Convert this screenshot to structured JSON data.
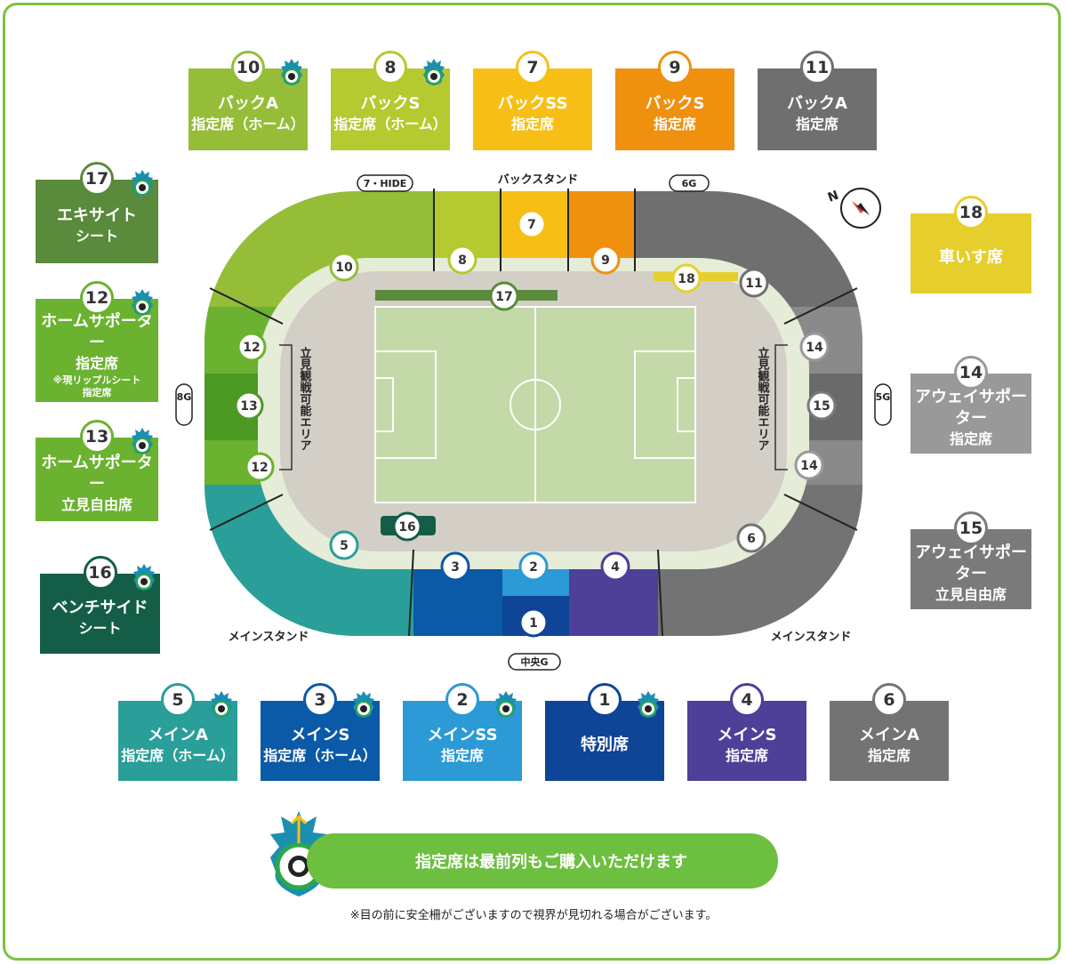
{
  "colors": {
    "border": "#7cc242",
    "s1": "#0e4596",
    "s2": "#2b9ad6",
    "s3": "#0b5aa7",
    "s4": "#4e3f99",
    "s5": "#2a9e98",
    "s6": "#737373",
    "s7": "#f7bf16",
    "s8": "#b5c930",
    "s9": "#f0900f",
    "s10": "#95bd38",
    "s11": "#6f6f6f",
    "s12": "#6ab22f",
    "s13": "#6ab22f",
    "s14": "#999999",
    "s15": "#7a7a7a",
    "s16": "#145e48",
    "s17": "#5a8a3c",
    "s18": "#e6cf2c"
  },
  "cards_top": [
    {
      "num": "10",
      "line1": "バックA",
      "line2": "指定席（ホーム）",
      "color": "#95bd38",
      "crest": true
    },
    {
      "num": "8",
      "line1": "バックS",
      "line2": "指定席（ホーム）",
      "color": "#b5c930",
      "crest": true
    },
    {
      "num": "7",
      "line1": "バックSS",
      "line2": "指定席",
      "color": "#f7bf16",
      "crest": false
    },
    {
      "num": "9",
      "line1": "バックS",
      "line2": "指定席",
      "color": "#f0900f",
      "crest": false
    },
    {
      "num": "11",
      "line1": "バックA",
      "line2": "指定席",
      "color": "#6f6f6f",
      "crest": false
    }
  ],
  "cards_bottom": [
    {
      "num": "5",
      "line1": "メインA",
      "line2": "指定席（ホーム）",
      "color": "#2a9e98",
      "crest": true
    },
    {
      "num": "3",
      "line1": "メインS",
      "line2": "指定席（ホーム）",
      "color": "#0b5aa7",
      "crest": true
    },
    {
      "num": "2",
      "line1": "メインSS",
      "line2": "指定席",
      "color": "#2b9ad6",
      "crest": true
    },
    {
      "num": "1",
      "line1": "特別席",
      "line2": "",
      "color": "#0e4596",
      "crest": true
    },
    {
      "num": "4",
      "line1": "メインS",
      "line2": "指定席",
      "color": "#4e3f99",
      "crest": false
    },
    {
      "num": "6",
      "line1": "メインA",
      "line2": "指定席",
      "color": "#737373",
      "crest": false
    }
  ],
  "cards_left": [
    {
      "num": "17",
      "line1": "エキサイト",
      "line2": "シート",
      "line3": "",
      "line4": "",
      "color": "#5a8a3c",
      "crest": true
    },
    {
      "num": "12",
      "line1": "ホームサポーター",
      "line2": "指定席",
      "line3": "※現リップルシート",
      "line4": "指定席",
      "color": "#6ab22f",
      "crest": true
    },
    {
      "num": "13",
      "line1": "ホームサポーター",
      "line2": "立見自由席",
      "line3": "",
      "line4": "",
      "color": "#6ab22f",
      "crest": true
    },
    {
      "num": "16",
      "line1": "ベンチサイド",
      "line2": "シート",
      "line3": "",
      "line4": "",
      "color": "#145e48",
      "crest": true
    }
  ],
  "cards_right": [
    {
      "num": "18",
      "line1": "車いす席",
      "line2": "",
      "color": "#e6cf2c"
    },
    {
      "num": "14",
      "line1": "アウェイサポーター",
      "line2": "指定席",
      "color": "#999999"
    },
    {
      "num": "15",
      "line1": "アウェイサポーター",
      "line2": "立見自由席",
      "color": "#7a7a7a"
    }
  ],
  "stadium": {
    "back_stand": "バックスタンド",
    "main_stand_left": "メインスタンド",
    "main_stand_right": "メインスタンド",
    "gate_7hide": "7・HIDE",
    "gate_6g": "6G",
    "gate_8g": "8G",
    "gate_5g": "5G",
    "gate_center": "中央G",
    "standing_left": "立見観戦可能エリア",
    "standing_right": "立見観戦可能エリア",
    "compass": "N",
    "markers": [
      "1",
      "2",
      "3",
      "4",
      "5",
      "6",
      "7",
      "8",
      "9",
      "10",
      "11",
      "12",
      "12",
      "13",
      "14",
      "14",
      "15",
      "16",
      "17",
      "18"
    ]
  },
  "banner": {
    "text": "指定席は最前列もご購入いただけます"
  },
  "note": {
    "text": "※目の前に安全柵がございますので視界が見切れる場合がございます。"
  }
}
